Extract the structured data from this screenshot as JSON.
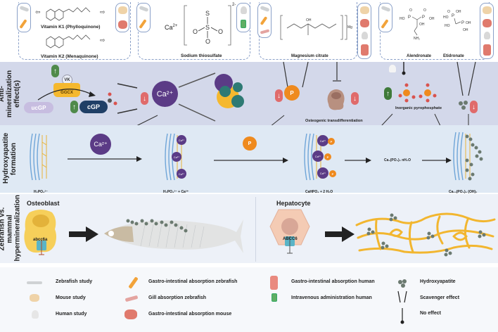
{
  "compounds": {
    "vitamin_k1": "Vitamin K1 (Phylloquinone)",
    "vitamin_k2": "Vitamin K2 (Menaquinone)",
    "sodium_thiosulfate": "Sodium thiosulfate",
    "sodium_thiosulfate_ion": "Ca",
    "sodium_thiosulfate_charge": "2+",
    "thiosulfate_charge": "2-",
    "magnesium_citrate": "Magnesium citrate",
    "mg_label": "Mg",
    "alendronate": "Alendronate",
    "etidronate": "Etidronate",
    "nh2": "NH₂"
  },
  "rows": {
    "anti_mineralization": "Anti-mineralization effect(s)",
    "hydroxyapatite": "Hydroxyapatite formation",
    "hypermineralization": "Zebrafish vs. mammal hypermineralization"
  },
  "anti": {
    "vk": "VK",
    "ggcx": "GGCX",
    "ucgp": "ucGP",
    "cgp": "cGP",
    "ca": "Ca²⁺",
    "p": "P",
    "osteogenic": "Osteogenic transdifferentiation",
    "pyrophosphate": "Inorganic pyrophosphate",
    "up_arrow": "↑",
    "down_arrow": "↓"
  },
  "hydroxy": {
    "ca": "Ca²⁺",
    "ca_small": "Ca²⁺",
    "p": "P",
    "step1": "H₂PO₄²⁻",
    "step2": "H₂PO₄²⁻ + Ca²⁺",
    "step3": "CaHPO₄ + 2 H₂O",
    "step4": "Ca₃(PO₄)₂ nH₂O",
    "step5": "Ca₁₀(PO₄)₆ (OH)₂"
  },
  "hyper": {
    "osteoblast": "Osteoblast",
    "abcc6a": "abcc6a",
    "hepatocyte": "Hepatocyte",
    "abcc6": "ABCC6"
  },
  "legend": [
    {
      "icon": "zebrafish-icon",
      "label": "Zebrafish study"
    },
    {
      "icon": "mouse-icon",
      "label": "Mouse study"
    },
    {
      "icon": "human-icon",
      "label": "Human study"
    },
    {
      "icon": "gi-zebrafish-icon",
      "label": "Gastro-intestinal absorption zebrafish"
    },
    {
      "icon": "gill-icon",
      "label": "Gill  absorption zebrafish"
    },
    {
      "icon": "gi-mouse-icon",
      "label": "Gastro-intestinal absorption mouse"
    },
    {
      "icon": "gi-human-icon",
      "label": "Gastro-intestinal absorption human"
    },
    {
      "icon": "iv-bag-icon",
      "label": "Intravenous administration human"
    },
    {
      "icon": "hydroxyapatite-icon",
      "label": "Hydroxyapatite"
    },
    {
      "icon": "scavenger-icon",
      "label": "Scavenger effect"
    },
    {
      "icon": "no-effect-icon",
      "label": "No effect"
    }
  ],
  "colors": {
    "anti_band": "#d3d8ea",
    "hydroxy_band": "#dfe9f4",
    "hyper_band": "#edf1f8",
    "legend_band": "#f6f8fb",
    "ca_purple": "#5b3b86",
    "p_orange": "#ef8a1e",
    "up_green": "#4f8a4a",
    "down_red": "#e06b6b",
    "ggcx_yellow": "#f5b82e",
    "cgp_navy": "#1f3f66",
    "ucgp_lavender": "#c7bde0"
  }
}
